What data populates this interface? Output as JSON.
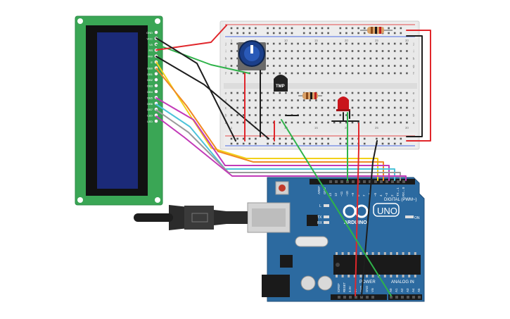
{
  "lcd": {
    "pin_labels": [
      "GND",
      "VCC",
      "V0",
      "RS",
      "RW",
      "E",
      "DB0",
      "DB1",
      "DB2",
      "DB3",
      "DB4",
      "DB5",
      "DB6",
      "DB7",
      "LED",
      "LED"
    ],
    "screen_color": "#1b2a78",
    "pcb_color": "#3aa655"
  },
  "breadboard": {
    "column_numbers": [
      "1",
      "5",
      "10",
      "15",
      "20",
      "25",
      "30"
    ],
    "row_letters_top": [
      "j",
      "i",
      "h",
      "g",
      "f"
    ],
    "row_letters_bottom": [
      "e",
      "d",
      "c",
      "b",
      "a"
    ]
  },
  "components": {
    "temp_sensor_label": "TMP"
  },
  "arduino": {
    "board_color": "#2c6aa0",
    "logo_text": "ARDUINO",
    "model_text": "UNO",
    "digital_label": "DIGITAL (PWM~)",
    "analog_label": "ANALOG IN",
    "power_label": "POWER",
    "on_label": "ON",
    "tx_label": "TX",
    "rx_label": "RX",
    "l_label": "L",
    "aref_label": "AREF",
    "gnd_label": "GND",
    "digital_pins": [
      "13",
      "12",
      "~11",
      "~10",
      "~9",
      "8",
      "7",
      "~6",
      "~5",
      "4",
      "~3",
      "2",
      "TX→1",
      "RX←0"
    ],
    "power_pins": [
      "IOREF",
      "RESET",
      "3.3V",
      "5V",
      "GND",
      "GND",
      "Vin"
    ],
    "analog_pins": [
      "A0",
      "A1",
      "A2",
      "A3",
      "A4",
      "A5"
    ]
  },
  "colors": {
    "wire_green": "#2fb34a",
    "wire_red": "#e0262b",
    "wire_black": "#1e1e1e",
    "wire_yellow": "#f2d11a",
    "wire_orange": "#f08a24",
    "wire_magenta": "#c23ab8",
    "wire_cyan": "#4cc3d9",
    "wire_gray": "#9a9a9a",
    "led_red": "#c9151c"
  }
}
